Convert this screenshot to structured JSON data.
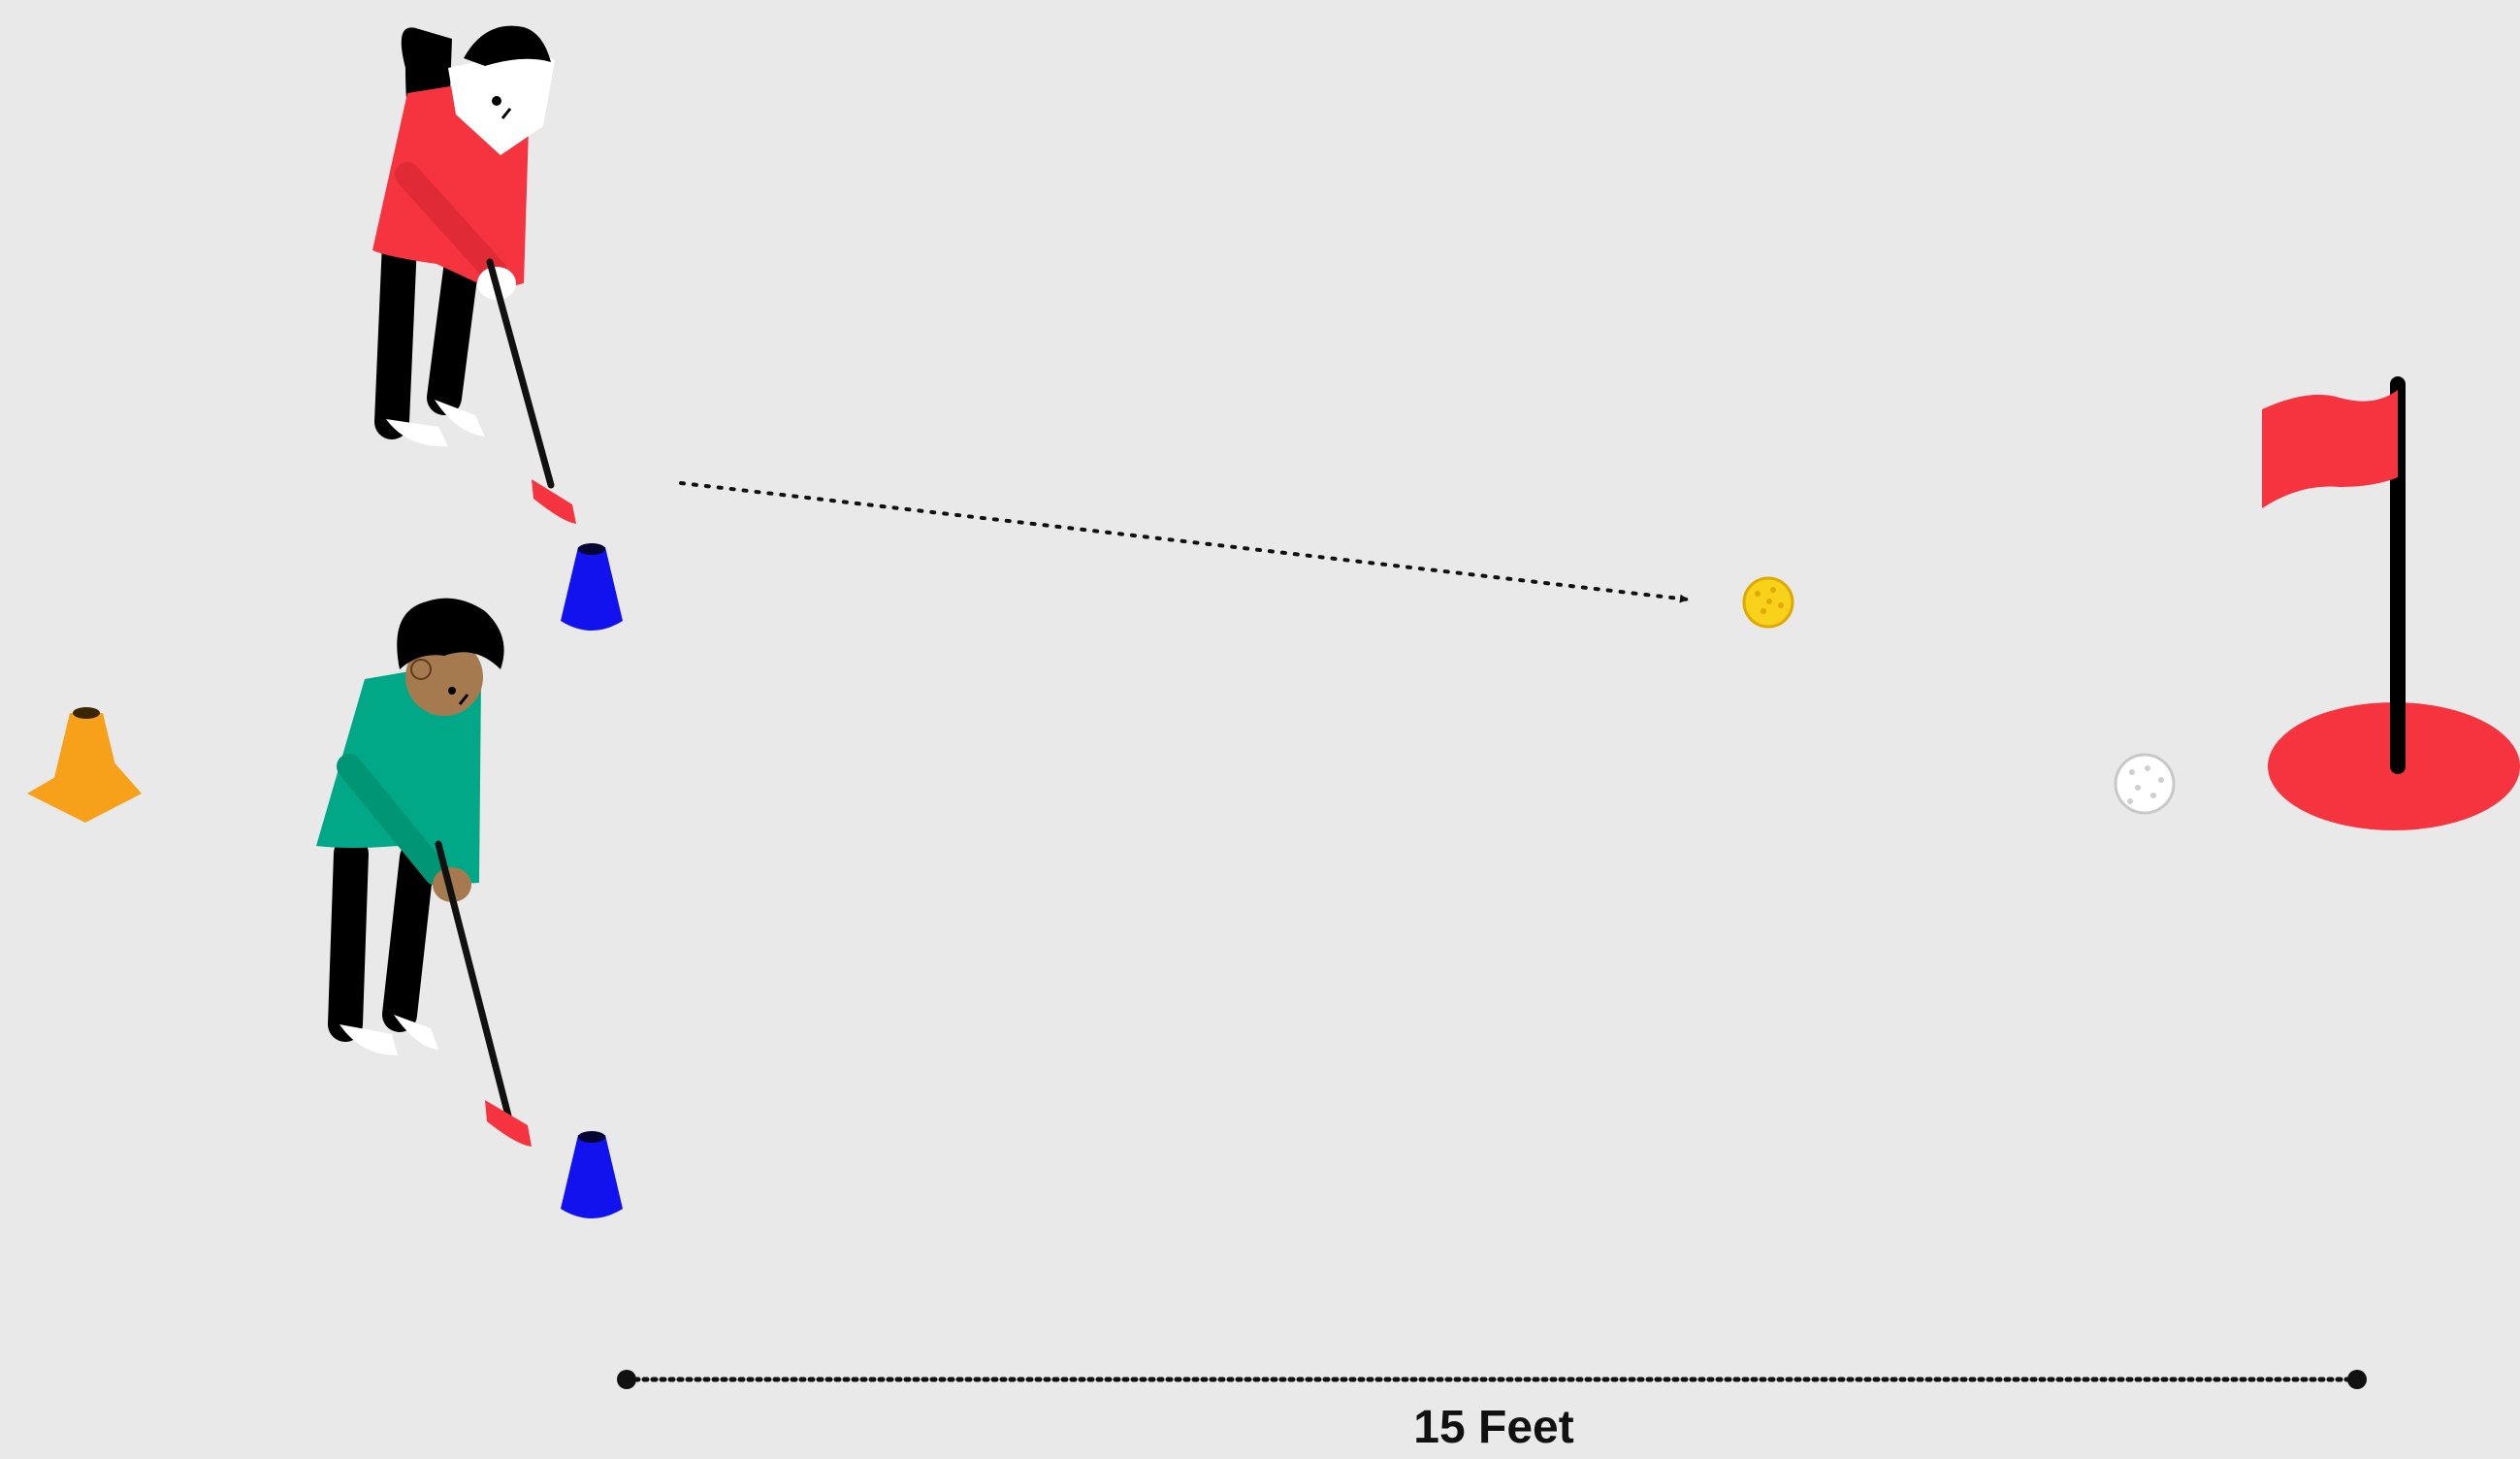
{
  "diagram": {
    "measurement": {
      "label": "15 Feet"
    },
    "objects": [
      {
        "name": "orange-cone",
        "kind": "cone",
        "color": "#f7a11b"
      },
      {
        "name": "blue-cone-top",
        "kind": "marker cone",
        "color": "#1212ee"
      },
      {
        "name": "blue-cone-bottom",
        "kind": "marker cone",
        "color": "#1212ee"
      },
      {
        "name": "yellow-ball",
        "kind": "ball",
        "color": "#f8d21a"
      },
      {
        "name": "white-golf-ball",
        "kind": "golf ball",
        "color": "#ffffff"
      },
      {
        "name": "flag-and-hole",
        "kind": "flag",
        "color": "#f63440"
      }
    ],
    "players": [
      {
        "name": "player-red-shirt",
        "shirt_color": "#f63440"
      },
      {
        "name": "player-green-shirt",
        "shirt_color": "#00a887"
      }
    ],
    "colors": {
      "background": "#e9e9e9",
      "accent_red": "#f63440",
      "line": "#111111"
    }
  }
}
